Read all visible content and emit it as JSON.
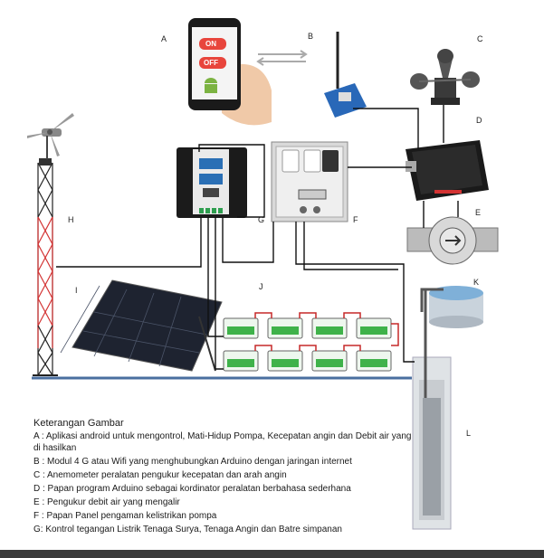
{
  "labels": {
    "a": "A",
    "b": "B",
    "c": "C",
    "d": "D",
    "e": "E",
    "f": "F",
    "g": "G",
    "h": "H",
    "i": "I",
    "j": "J",
    "k": "K",
    "l": "L"
  },
  "phone": {
    "on_label": "ON",
    "off_label": "OFF"
  },
  "legend": {
    "title": "Keterangan Gambar",
    "items": [
      "A : Aplikasi android untuk mengontrol, Mati-Hidup Pompa, Kecepatan angin dan Debit air yang di hasilkan",
      "B : Modul 4 G atau Wifi yang menghubungkan Arduino dengan jaringan internet",
      "C : Anemometer peralatan pengukur kecepatan dan arah angin",
      "D : Papan program Arduino sebagai kordinator peralatan berbahasa sederhana",
      "E : Pengukur debit air yang mengalir",
      "F : Papan Panel pengaman kelistrikan pompa",
      "G: Kontrol tegangan Listrik Tenaga Surya, Tenaga Angin dan Batre simpanan"
    ]
  },
  "colors": {
    "wire": "#111111",
    "ground": "#4a6fa0",
    "phone_button": "#e8453c",
    "battery": "#3fb24a",
    "tower": "#d33333"
  }
}
